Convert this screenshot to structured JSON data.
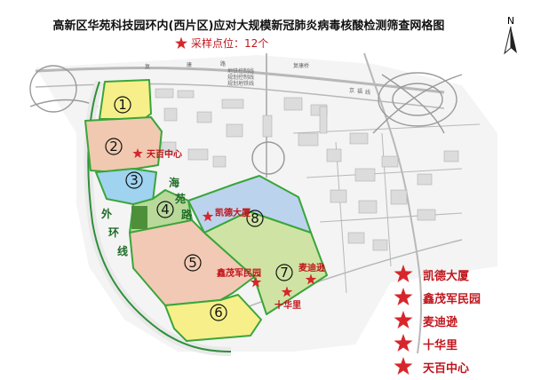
{
  "title": "高新区华苑科技园环内(西片区)应对大规模新冠肺炎病毒核酸检测筛查网格图",
  "sampling_label": "采样点位：12个",
  "north_label": "N",
  "zone_numbers": [
    "1",
    "2",
    "3",
    "4",
    "5",
    "6",
    "7",
    "8"
  ],
  "road_labels": {
    "ring": [
      "外",
      "环",
      "线"
    ],
    "road": [
      "海",
      "苑",
      "路"
    ]
  },
  "map_small_labels": [
    "复",
    "康",
    "路",
    "复康桥",
    "京",
    "福",
    "线",
    "地铁控制线",
    "规划控制线",
    "规划地铁线"
  ],
  "site_labels": {
    "tianbai": "天百中心",
    "kaide": "凯德大厦",
    "xinmao": "鑫茂军民园",
    "maidi": "麦迪逊",
    "shihua": "十华里"
  },
  "legend": [
    {
      "label": "凯德大厦"
    },
    {
      "label": "鑫茂军民园"
    },
    {
      "label": "麦迪逊"
    },
    {
      "label": "十华里"
    },
    {
      "label": "天百中心"
    }
  ],
  "colors": {
    "star": "#d7262b",
    "site_text": "#c0161d",
    "zone_border": "#3aa53a",
    "zone1": "#f6ef8a",
    "zone2": "#f0c9b0",
    "zone3": "#9fd3ef",
    "zone4": "#b9d99a",
    "zone5": "#f2c9b5",
    "zone6": "#f6ef8a",
    "zone7": "#cfe4a4",
    "zone8": "#bcd3ee",
    "ring_road": "#2f8f3a"
  },
  "icons": {
    "star": "star-icon",
    "north": "north-arrow-icon"
  }
}
